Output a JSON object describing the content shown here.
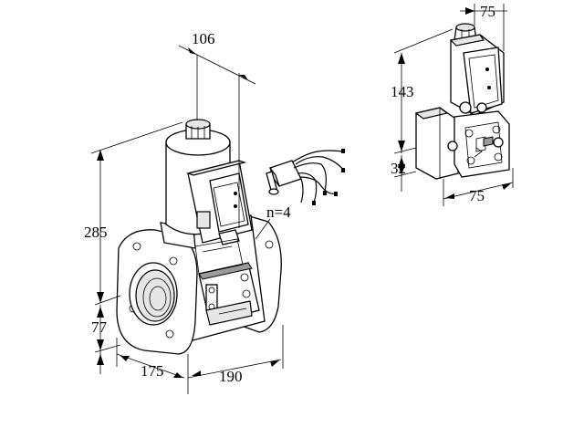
{
  "drawing": {
    "dimensions": {
      "top_width": "106",
      "total_height": "285",
      "flange_height": "77",
      "length_front": "175",
      "length_side": "190",
      "bolt_count": "n=4",
      "module_width_top": "75",
      "module_height": "143",
      "module_offset": "32",
      "module_width_bottom": "75"
    }
  }
}
